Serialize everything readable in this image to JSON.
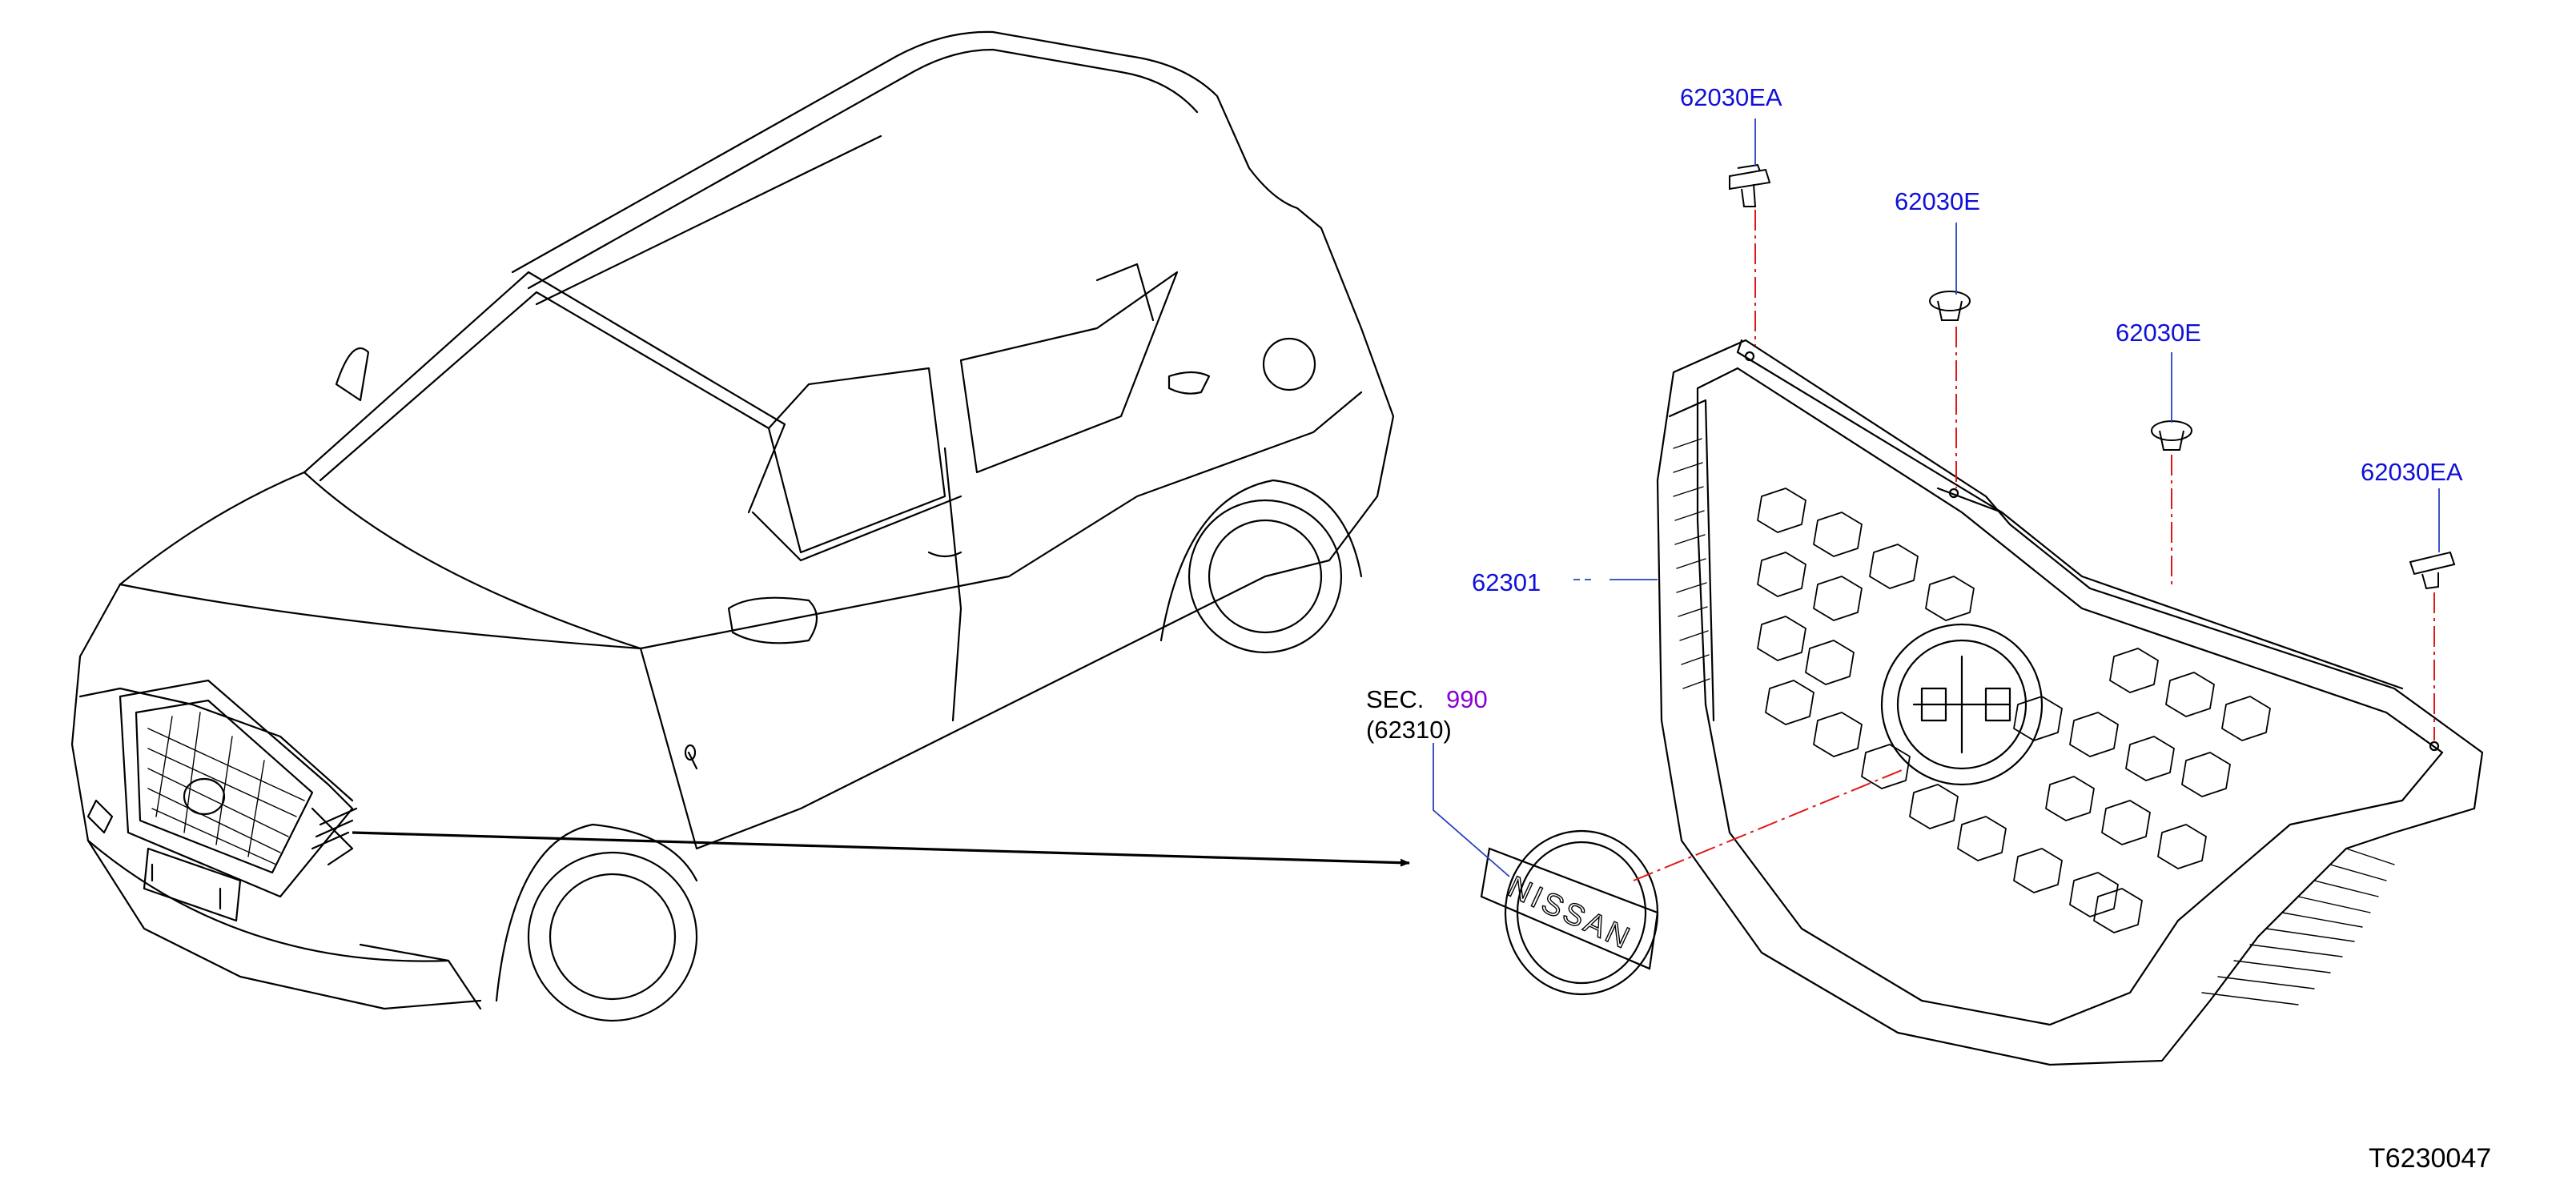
{
  "labels": {
    "part_62030EA_top": "62030EA",
    "part_62030E_a": "62030E",
    "part_62030E_b": "62030E",
    "part_62030EA_right": "62030EA",
    "part_62301": "62301",
    "sec_prefix": "SEC.",
    "sec_number": "990",
    "sec_sub": "(62310)",
    "diagram_code": "T6230047"
  },
  "colors": {
    "part_number": "#1010d8",
    "section_ref": "#8a00d4",
    "leader_line": "#2a40c0",
    "centerline": "#e01818",
    "drawing": "#000000"
  }
}
